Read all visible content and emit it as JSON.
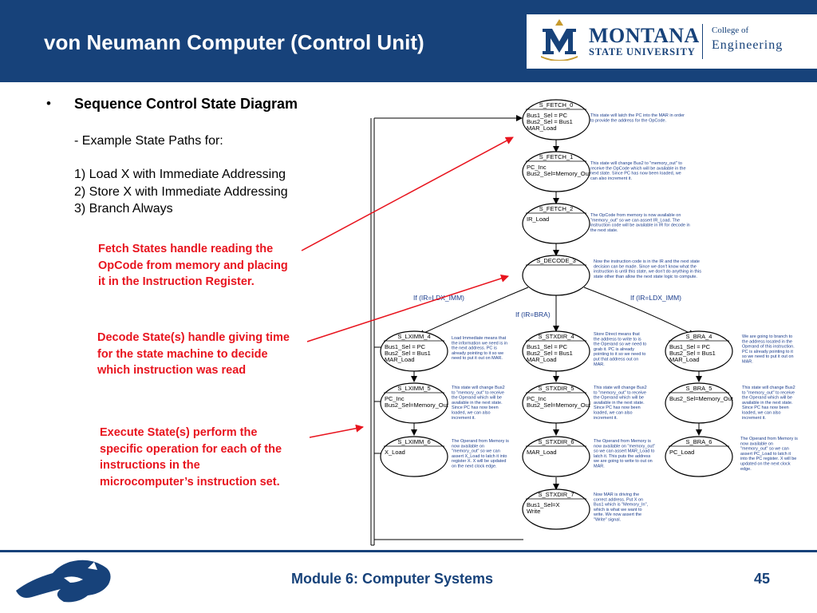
{
  "header": {
    "title": "von Neumann Computer (Control Unit)",
    "logo": {
      "name": "MONTANA",
      "sub": "STATE UNIVERSITY",
      "college": "College of",
      "school": "Engineering"
    }
  },
  "content": {
    "bullet": "•",
    "heading": "Sequence Control State Diagram",
    "subheading": "- Example State Paths for:",
    "paths": [
      "1) Load X with Immediate Addressing",
      "2) Store X with Immediate Addressing",
      "3) Branch Always"
    ],
    "notes": [
      "Fetch States handle reading the OpCode from memory and placing it in the Instruction Register.",
      "Decode State(s) handle giving time for the state machine to decide which instruction was read",
      "Execute State(s) perform the specific operation for each of the instructions in the microcomputer’s instruction set."
    ]
  },
  "diagram": {
    "states": [
      {
        "name": "S_FETCH_0",
        "lines": [
          "Bus1_Sel = PC",
          "Bus2_Sel = Bus1",
          "MAR_Load"
        ],
        "note": [
          "This state will latch the PC into the MAR in order",
          "to provide the address for the OpCode."
        ]
      },
      {
        "name": "S_FETCH_1",
        "lines": [
          "PC_Inc",
          "Bus2_Sel=Memory_Out"
        ],
        "note": [
          "This state will change Bus2 to \"memory_out\" to",
          "receive the OpCode which will be available in the",
          "next state.  Since PC has now been loaded, we",
          "can also increment it."
        ]
      },
      {
        "name": "S_FETCH_2",
        "lines": [
          "IR_Load"
        ],
        "note": [
          "The OpCode from memory is now available on",
          "\"memory_out\" so we can assert IR_Load.  The",
          "instruction code will be available in IR for decode in",
          "the next state."
        ]
      },
      {
        "name": "S_DECODE_3",
        "lines": [],
        "note": [
          "Now the instruction code is in the IR and the next state",
          "decision can be made.  Since we don't know what the",
          "instruction is until this state, we don't do anything in this",
          "state other than allow the next state logic to compute."
        ]
      },
      {
        "name": "S_LXIMM_4",
        "lines": [
          "Bus1_Sel = PC",
          "Bus2_Sel = Bus1",
          "MAR_Load"
        ],
        "note": [
          "Load Immediate means that",
          "the information we need is in",
          "the next address.  PC is",
          "already pointing to it so we",
          "need to put it out on MAR."
        ]
      },
      {
        "name": "S_STXDIR_4",
        "lines": [
          "Bus1_Sel = PC",
          "Bus2_Sel = Bus1",
          "MAR_Load"
        ],
        "note": [
          "Store Direct means that",
          "the address to write to is",
          "the Operand so we need to",
          "grab it.  PC is already",
          "pointing to it so we need to",
          "put that address out on",
          "MAR."
        ]
      },
      {
        "name": "S_BRA_4",
        "lines": [
          "Bus1_Sel = PC",
          "Bus2_Sel = Bus1",
          "MAR_Load"
        ],
        "note": [
          "We are going to branch to",
          "the address located in the",
          "Operand of this instruction.",
          "PC is already pointing to it",
          "so we need to put it out on",
          "MAR."
        ]
      },
      {
        "name": "S_LXIMM_5",
        "lines": [
          "PC_Inc",
          "Bus2_Sel=Memory_Out"
        ],
        "note": [
          "This state will change Bus2",
          "to \"memory_out\" to receive",
          "the Operand which will be",
          "available in the next state.",
          "Since PC has now been",
          "loaded, we can also",
          "increment it."
        ]
      },
      {
        "name": "S_STXDIR_5",
        "lines": [
          "PC_Inc",
          "Bus2_Sel=Memory_Out"
        ],
        "note": [
          "This state will change Bus2",
          "to \"memory_out\" to receive",
          "the Operand which will be",
          "available in the next state.",
          "Since PC has now been",
          "loaded, we can also",
          "increment it."
        ]
      },
      {
        "name": "S_BRA_5",
        "lines": [
          "Bus2_Sel=Memory_Out"
        ],
        "note": [
          "This state will change Bus2",
          "to \"memory_out\" to receive",
          "the Operand which will be",
          "available in the next state.",
          "Since PC has now been",
          "loaded, we can also",
          "increment it."
        ]
      },
      {
        "name": "S_LXIMM_6",
        "lines": [
          "X_Load"
        ],
        "note": [
          "The Operand from Memory is",
          "now available on",
          "\"memory_out\" so we can",
          "assert X_Load to latch it into",
          "register X.  X will be updated",
          "on the next clock edge."
        ]
      },
      {
        "name": "S_STXDIR_6",
        "lines": [
          "MAR_Load"
        ],
        "note": [
          "The Operand from Memory is",
          "now available on \"memory_out\"",
          "so we can assert MAR_Load to",
          "latch it.  This puts the address",
          "we are going to write to out on",
          "MAR."
        ]
      },
      {
        "name": "S_BRA_6",
        "lines": [
          "PC_Load"
        ],
        "note": [
          "The Operand from Memory is",
          "now available on",
          "\"memory_out\" so we can",
          "assert PC_Load to latch it",
          "into the PC register.  X will be",
          "updated on the next clock",
          "edge."
        ]
      },
      {
        "name": "S_STXDIR_7",
        "lines": [
          "Bus1_Sel=X",
          "Write"
        ],
        "note": [
          "Now MAR is driving the",
          "correct address.  Put X on",
          "Bus1 which is \"Memory_In\",",
          "which is what we want to",
          "write. We now assert the",
          "\"Write\" signal."
        ]
      }
    ],
    "transitions": [
      "If (IR=LDX_IMM)",
      "If (IR=BRA)",
      "If (IR=LDX_IMM)"
    ]
  },
  "footer": {
    "module": "Module 6: Computer Systems",
    "page": "45"
  },
  "colors": {
    "header": "#17427a",
    "logo_gold": "#c79a2d",
    "note_red": "#e8141e",
    "annotation_blue": "#1a3c8c"
  }
}
